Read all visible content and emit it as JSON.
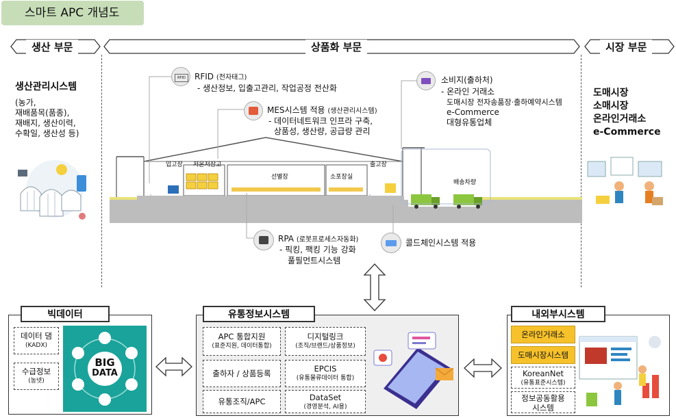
{
  "title": "스마트 APC 개념도",
  "sections": {
    "production": "생산 부문",
    "commercialization": "상품화 부문",
    "market": "시장 부문"
  },
  "production_system": {
    "title": "생산관리시스템",
    "lines": [
      "(농가,",
      "재배품목(품종),",
      "재배지, 생산이력,",
      "수확일, 생산성 등)"
    ]
  },
  "rfid": {
    "title": "RFID",
    "title_sub": "(전자태그)",
    "line": "- 생산정보, 입출고관리, 작업공정 전산화",
    "icon_text": "RFID"
  },
  "mes": {
    "title": "MES시스템 적용",
    "title_sub": "(생산관리시스템)",
    "lines": [
      "- 데이터네트워크 인프라 구축,",
      "상품성, 생산량, 공급량 관리"
    ]
  },
  "consumer": {
    "title": "소비지(출하처)",
    "lines": [
      "- 온라인 거래소",
      "도매시장 전자송품장·출하예약시스템",
      "e-Commerce",
      "대형유통업체"
    ]
  },
  "market_list": [
    "도매시장",
    "소매시장",
    "온라인거래소",
    "e-Commerce"
  ],
  "facility_labels": {
    "inbound": "입고장",
    "cold_storage": "저온저장고",
    "sorting": "선별장",
    "packing": "소포장실",
    "outbound": "출고장",
    "delivery": "배송차량"
  },
  "rpa": {
    "title": "RPA",
    "title_sub": "(로봇프로세스자동화)",
    "lines": [
      "- 픽킹, 팩킹 기능 강화",
      "풀필먼트시스템"
    ]
  },
  "coldchain": "콜드체인시스템 적용",
  "bigdata": {
    "label": "빅데이터",
    "items": [
      {
        "main": "데이터 댐",
        "sub": "(KADX)"
      },
      {
        "main": "수급정보",
        "sub": "(농넷)"
      }
    ],
    "image_text": [
      "BIG",
      "DATA"
    ]
  },
  "distribution": {
    "label": "유통정보시스템",
    "items": [
      {
        "main": "APC 통합지원",
        "sub": "(표준지원, 데이터통합)"
      },
      {
        "main": "디지털링크",
        "sub": "(조직/브랜드/상품정보)"
      },
      {
        "main": "출하자 / 상품등록",
        "sub": ""
      },
      {
        "main": "EPCIS",
        "sub": "(유통물류데이터 통합)"
      },
      {
        "main": "유통조직/APC",
        "sub": ""
      },
      {
        "main": "DataSet",
        "sub": "(경영분석, AI용)"
      }
    ]
  },
  "external": {
    "label": "내외부시스템",
    "items": [
      {
        "main": "온라인거래소",
        "sub": ""
      },
      {
        "main": "도매시장시스템",
        "sub": ""
      },
      {
        "main": "KoreanNet",
        "sub": "(유통표준시스템)"
      },
      {
        "main": "정보공동활용",
        "sub": "시스템"
      }
    ]
  },
  "colors": {
    "title_bg": "#c7ddb8",
    "highlight": "#f6c12a",
    "ground": "#bdbdbd",
    "truck": "#8cc63f",
    "teal": "#1aa39a"
  }
}
